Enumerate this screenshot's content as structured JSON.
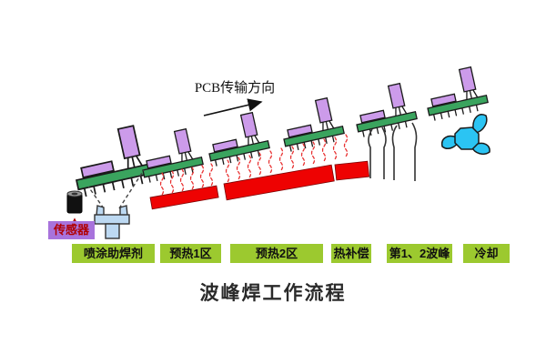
{
  "title": "波峰焊工作流程",
  "direction_label": "PCB传输方向",
  "sensor_label": "传感器",
  "stages": [
    {
      "label": "喷涂助焊剂"
    },
    {
      "label": "预热1区"
    },
    {
      "label": "预热2区"
    },
    {
      "label": "热补偿"
    },
    {
      "label": "第1、2波峰"
    },
    {
      "label": "冷却"
    }
  ],
  "colors": {
    "board-green": "#3aa45e",
    "component-purple": "#cc9bea",
    "heater-red": "#ee0202",
    "stage-green": "#9cc92f",
    "sensor-box-purple": "#a873dc",
    "sensor-text-red": "#b00000",
    "nozzle-blue": "#bdd9f2",
    "fan-cyan": "#2bc4f3",
    "heat-red": "#e83030"
  }
}
